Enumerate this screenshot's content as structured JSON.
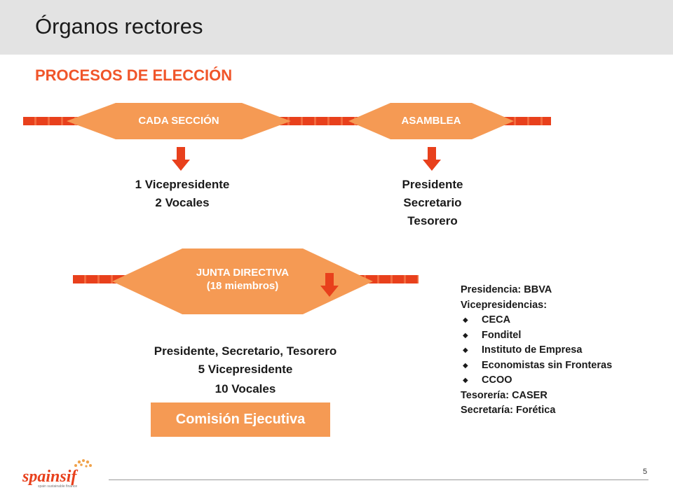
{
  "header": {
    "title": "Órganos rectores"
  },
  "subtitle": "PROCESOS DE ELECCIÓN",
  "top_row": {
    "left_diamond": "CADA SECCIÓN",
    "right_diamond": "ASAMBLEA",
    "left_result": [
      "1 Vicepresidente",
      "2 Vocales"
    ],
    "right_result": [
      "Presidente",
      "Secretario",
      "Tesorero"
    ]
  },
  "junta": {
    "label_line1": "JUNTA DIRECTIVA",
    "label_line2": "(18 miembros)",
    "members": [
      "Presidente, Secretario, Tesorero",
      "5 Vicepresidente",
      "10 Vocales"
    ],
    "comision": "Comisión Ejecutiva"
  },
  "info": {
    "presidencia": "Presidencia: BBVA",
    "vicepresidencias": "Vicepresidencias:",
    "vice_items": [
      "CECA",
      "Fonditel",
      "Instituto de Empresa",
      "Economistas sin Fronteras",
      "CCOO"
    ],
    "tesoreria": "Tesorería: CASER",
    "secretaria": "Secretaría: Forética"
  },
  "footer": {
    "page_number": "5",
    "logo_text": "spainsif",
    "logo_tagline": "spain sustainable finance"
  },
  "colors": {
    "accent": "#f0552a",
    "diamond": "#f59a54",
    "arrow": "#e8401c"
  },
  "icons": {
    "arrow": "down-arrow-icon",
    "bullet": "diamond-bullet-icon"
  }
}
